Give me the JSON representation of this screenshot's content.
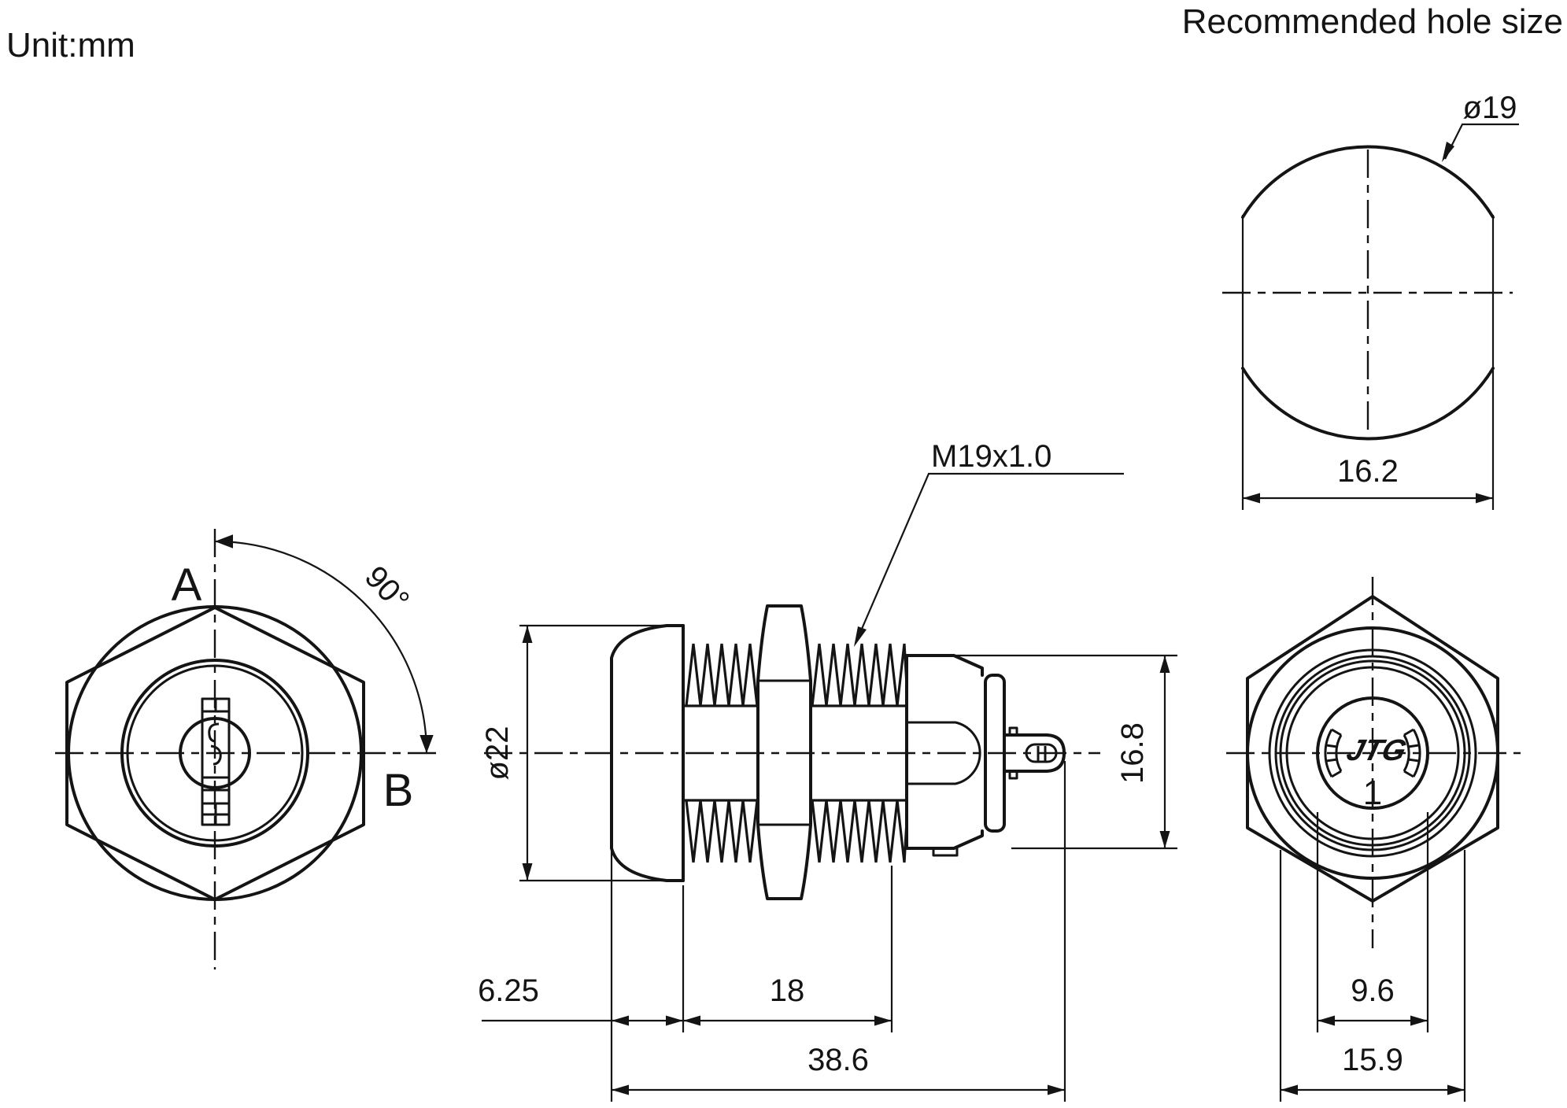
{
  "page": {
    "unit_label": "Unit:mm",
    "hole_section_title": "Recommended hole size"
  },
  "hole_view": {
    "diameter": "ø19",
    "width_across_flats": "16.2"
  },
  "front_view": {
    "position_a": "A",
    "position_b": "B",
    "rotation_angle": "90°"
  },
  "side_view": {
    "thread_spec": "M19x1.0",
    "cap_diameter": "ø22",
    "rear_body_height": "16.8",
    "cap_protrusion": "6.25",
    "thread_length": "18",
    "overall_length": "38.6"
  },
  "rear_view": {
    "logo": "JTG",
    "position_number": "1",
    "plug_diameter": "9.6",
    "washer_diameter": "15.9"
  },
  "colors": {
    "line": "#141414",
    "background": "#ffffff"
  }
}
